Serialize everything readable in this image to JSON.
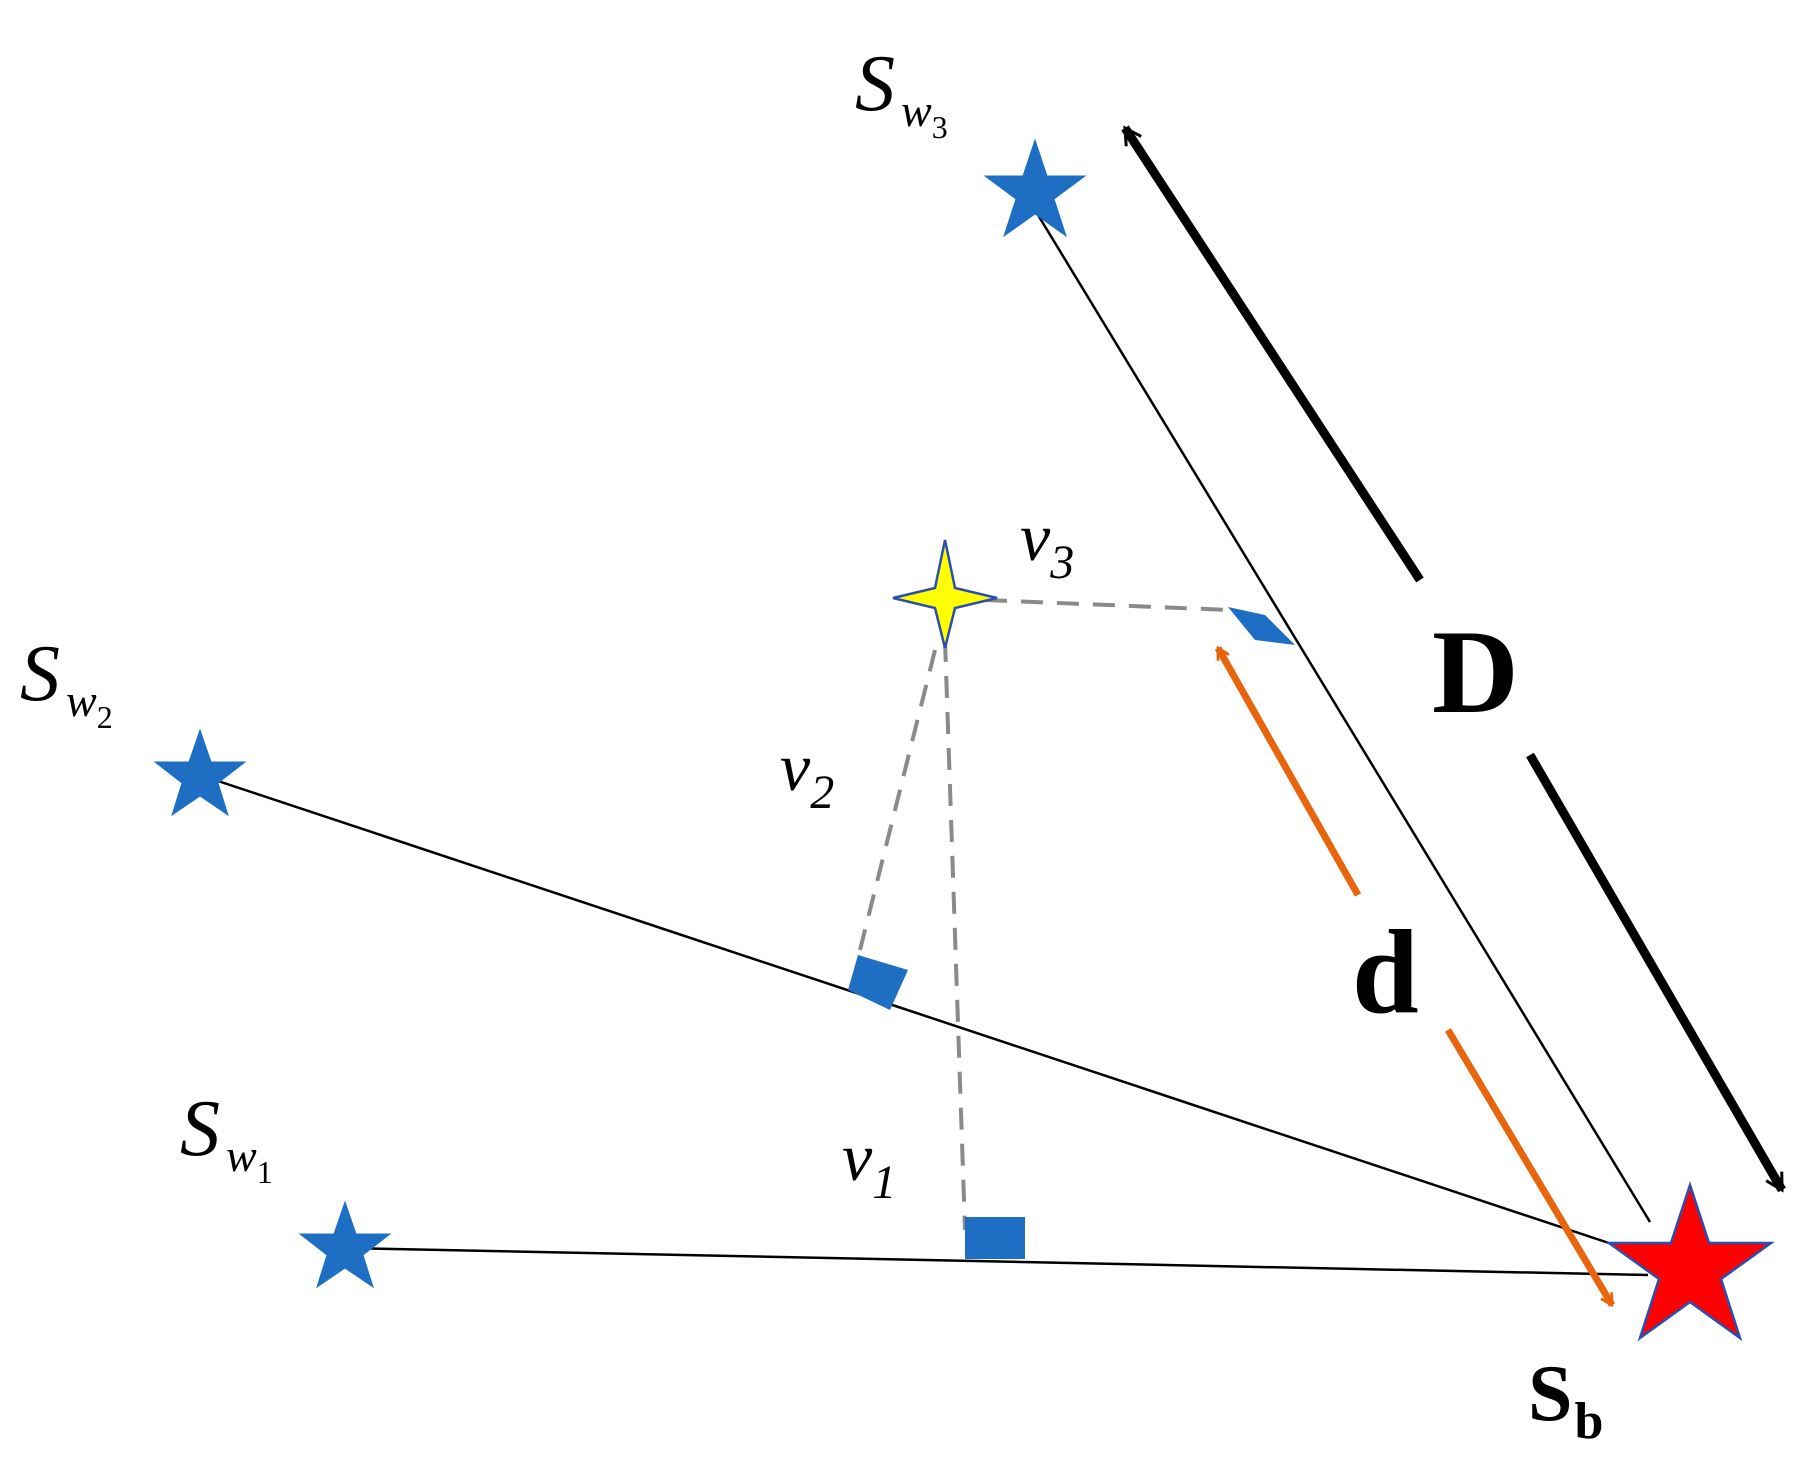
{
  "colors": {
    "background": "#ffffff",
    "line": "#000000",
    "star_blue": "#1e6fc4",
    "star_red": "#ff0000",
    "star_red_outline": "#2b4fb0",
    "sparkle_yellow": "#ffff00",
    "dashed_gray": "#8a8a8a",
    "right_angle_marker": "#1e6fc4",
    "orange_arrow": "#e8650e",
    "black_arrow": "#000000"
  },
  "labels": {
    "sw1_base": "S",
    "sw1_sub": "w",
    "sw1_subsub": "1",
    "sw2_base": "S",
    "sw2_sub": "w",
    "sw2_subsub": "2",
    "sw3_base": "S",
    "sw3_sub": "w",
    "sw3_subsub": "3",
    "sb_base": "S",
    "sb_sub": "b",
    "v1_base": "v",
    "v1_sub": "1",
    "v2_base": "v",
    "v2_sub": "2",
    "v3_base": "v",
    "v3_sub": "3",
    "D": "D",
    "d": "d"
  },
  "icons": {
    "worker_star": "five-point-star-icon",
    "best_star": "five-point-star-icon",
    "candidate": "four-point-sparkle-icon",
    "perpendicular": "right-angle-marker"
  }
}
